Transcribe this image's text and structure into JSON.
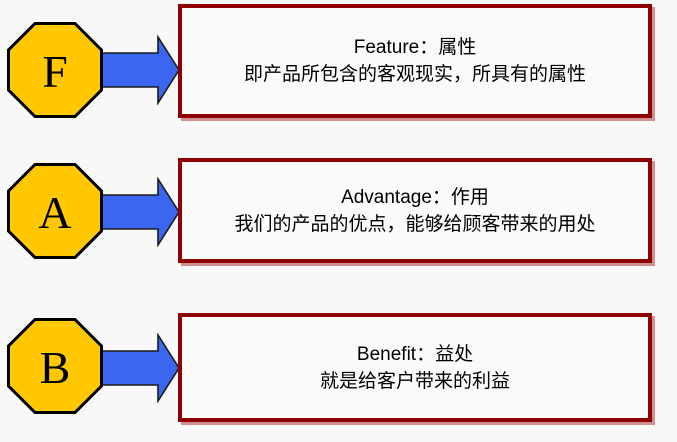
{
  "diagram": {
    "rows": [
      {
        "letter": "F",
        "title": "Feature：属性",
        "desc": "即产品所包含的客观现实，所具有的属性"
      },
      {
        "letter": "A",
        "title": "Advantage：作用",
        "desc": "我们的产品的优点，能够给顾客带来的用处"
      },
      {
        "letter": "B",
        "title": "Benefit：益处",
        "desc": "就是给客户带来的利益"
      }
    ]
  },
  "colors": {
    "octagon_fill": "#FFC800",
    "octagon_stroke": "#000000",
    "arrow_fill": "#3A66F0",
    "arrow_stroke": "#1A1A1A",
    "box_border": "#8D0303",
    "box_shadow": "#CF9090",
    "background": "#F8F8F8",
    "text": "#000000"
  }
}
